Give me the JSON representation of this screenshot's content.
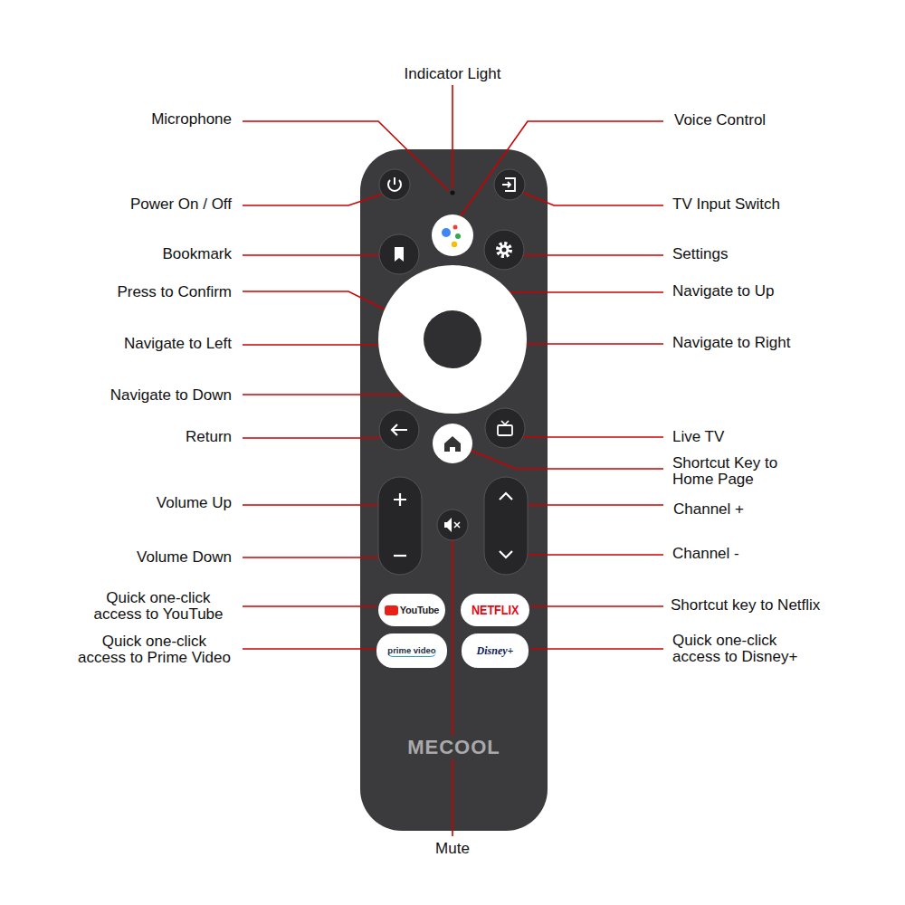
{
  "diagram": {
    "nodes": [
      {
        "text": [
          "MECOOL"
        ]
      },
      {
        "text": [
          "YouTube"
        ],
        "in": 0
      },
      {
        "text": [
          "NETFLIX"
        ],
        "in": 0
      },
      {
        "text": [
          "prime video"
        ],
        "in": 0
      },
      {
        "text": [
          "Disney+"
        ],
        "in": 0
      }
    ],
    "labels": [
      "Indicator Light",
      "Microphone",
      "Voice Control",
      "Power On / Off",
      "TV Input Switch",
      "Bookmark",
      "Settings",
      "Press to Confirm",
      "Navigate to Up",
      "Navigate to Left",
      "Navigate to Right",
      "Navigate to Down",
      "Return",
      "Live TV",
      "Shortcut Key to Home Page",
      "Volume Up",
      "Channel +",
      "Volume Down",
      "Channel -",
      "Quick one-click access to YouTube",
      "Shortcut key to Netflix",
      "Quick one-click access to Prime Video",
      "Quick one-click access to Disney+",
      "Mute"
    ]
  }
}
